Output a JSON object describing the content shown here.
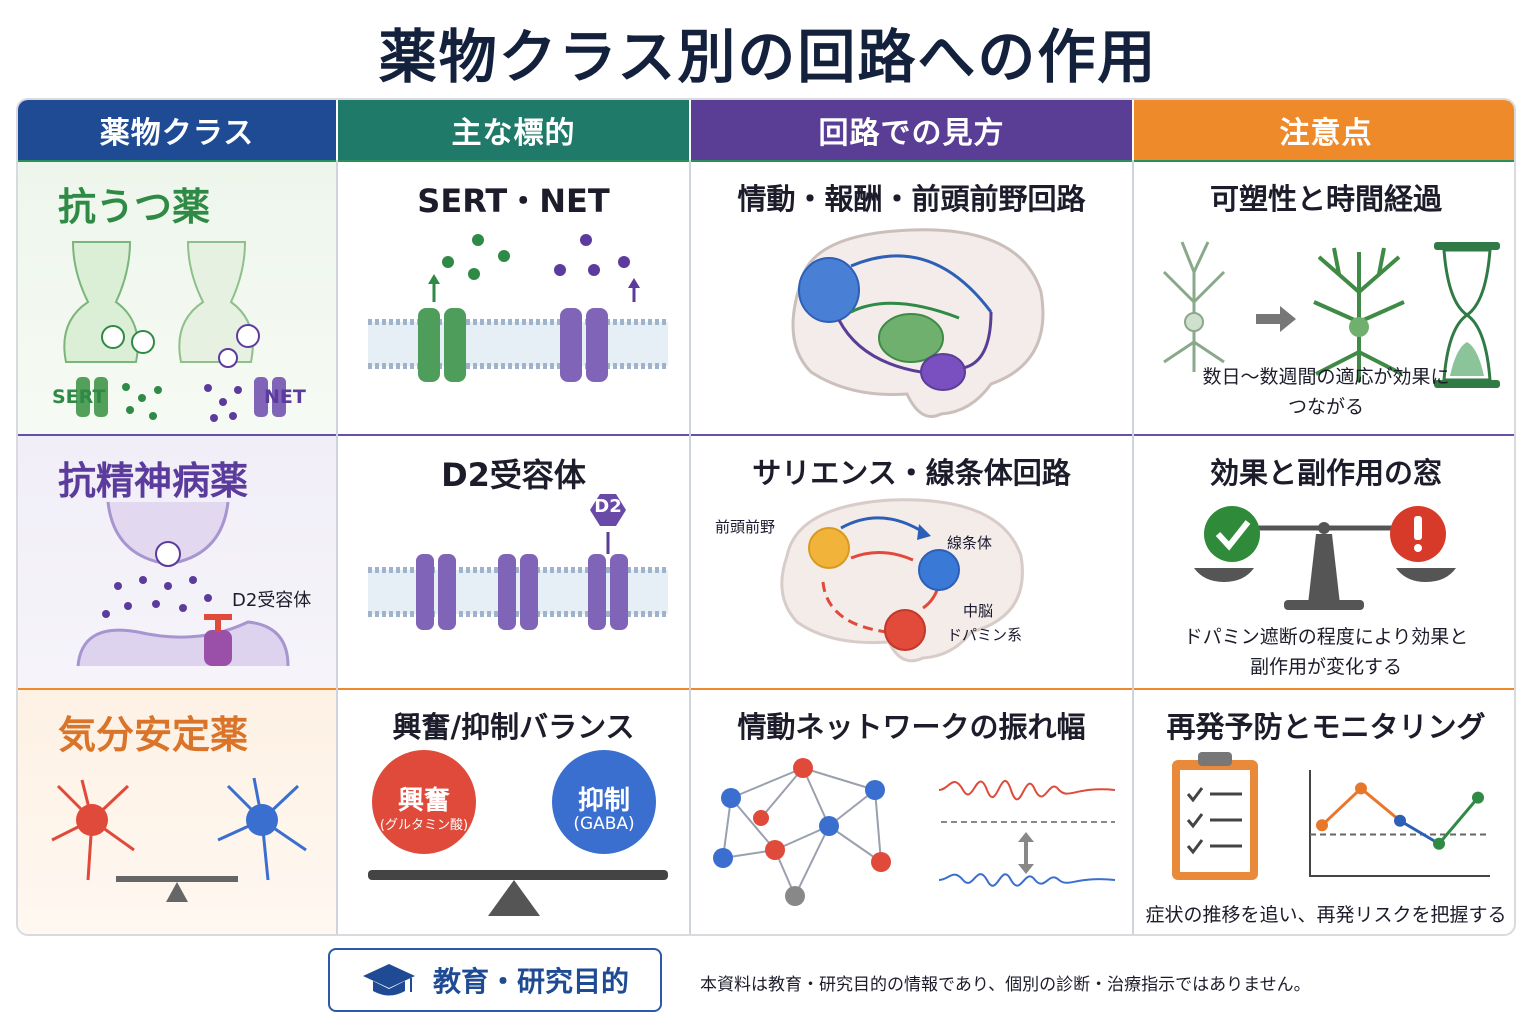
{
  "title": "薬物クラス別の回路への作用",
  "headers": {
    "drug_class": "薬物クラス",
    "target": "主な標的",
    "circuit_view": "回路での見方",
    "caution": "注意点"
  },
  "colors": {
    "blue_header": "#1e4b94",
    "teal_header": "#1f7a6a",
    "purple_header": "#5a3e96",
    "orange_header": "#ef8a2a",
    "green": "#2f8a45",
    "purple": "#5b3c9c",
    "orange_text": "#d9742a",
    "red": "#e04a3a",
    "blue": "#3a6fd0"
  },
  "rows": [
    {
      "drug_class": "抗うつ薬",
      "diagram_labels": [
        "SERT",
        "NET"
      ],
      "target": "SERT・NET",
      "circuit_title": "情動・報酬・前頭前野回路",
      "caution_title": "可塑性と時間経過",
      "caution_note_line1": "数日〜数週間の適応が効果に",
      "caution_note_line2": "つながる",
      "icons": [
        "synapse-icon",
        "membrane-transporter-icon",
        "brain-icon",
        "neuron-icon",
        "arrow-right-icon",
        "branched-neuron-icon",
        "hourglass-icon"
      ]
    },
    {
      "drug_class": "抗精神病薬",
      "diagram_label": "D2受容体",
      "target": "D2受容体",
      "receptor_badge": "D2",
      "circuit_title": "サリエンス・線条体回路",
      "circuit_nodes": {
        "prefrontal": "前頭前野",
        "striatum": "線条体",
        "midbrain_line1": "中脳",
        "midbrain_line2": "ドパミン系"
      },
      "caution_title": "効果と副作用の窓",
      "caution_note_line1": "ドパミン遮断の程度により効果と",
      "caution_note_line2": "副作用が変化する",
      "icons": [
        "synapse-icon",
        "receptor-icon",
        "brain-icon",
        "check-icon",
        "exclamation-icon",
        "balance-scale-icon"
      ]
    },
    {
      "drug_class": "気分安定薬",
      "target": "興奮/抑制バランス",
      "excite_label": "興奮",
      "excite_sub": "(グルタミン酸)",
      "inhibit_label": "抑制",
      "inhibit_sub": "(GABA)",
      "circuit_title": "情動ネットワークの振れ幅",
      "caution_title": "再発予防とモニタリング",
      "caution_note_line1": "症状の推移を追い、再発リスクを把握する",
      "chart_values": [
        2.6,
        3.4,
        2.7,
        2.2,
        3.2
      ],
      "icons": [
        "neuron-icon",
        "seesaw-icon",
        "network-icon",
        "wave-icon",
        "clipboard-icon",
        "line-chart-icon"
      ]
    }
  ],
  "footer": {
    "badge_label": "教育・研究目的",
    "badge_icon": "graduation-cap-icon",
    "note": "本資料は教育・研究目的の情報であり、個別の診断・治療指示ではありません。"
  }
}
